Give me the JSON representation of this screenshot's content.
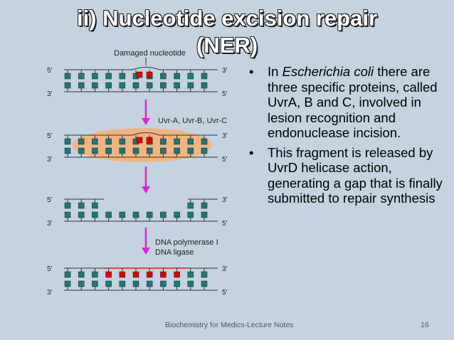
{
  "title": {
    "line1": "ii) Nucleotide excision repair",
    "line2": "(NER)"
  },
  "diagram": {
    "damaged_label": "Damaged nucleotide",
    "enzyme_label": "Uvr-A, Uvr-B, Uvr-C",
    "repair_label_1": "DNA polymerase I",
    "repair_label_2": "DNA ligase",
    "top_left": "5'",
    "top_right": "3'",
    "bottom_left": "3'",
    "bottom_right": "5'",
    "colors": {
      "base": "#1d7878",
      "damaged": "#e00000",
      "arrow": "#e020e0",
      "highlight": "#f5b37a"
    }
  },
  "bullets": [
    {
      "pre": "In ",
      "em": "Escherichia coli",
      "post": " there are three specific proteins, called UvrA, B and C, involved in lesion recognition and endonuclease incision."
    },
    {
      "pre": "This fragment is released by UvrD helicase action, generating a gap that is finally submitted to repair synthesis",
      "em": "",
      "post": ""
    }
  ],
  "footer": {
    "text": "Biochemistry for Medics-Lecture Notes",
    "page": "16"
  }
}
